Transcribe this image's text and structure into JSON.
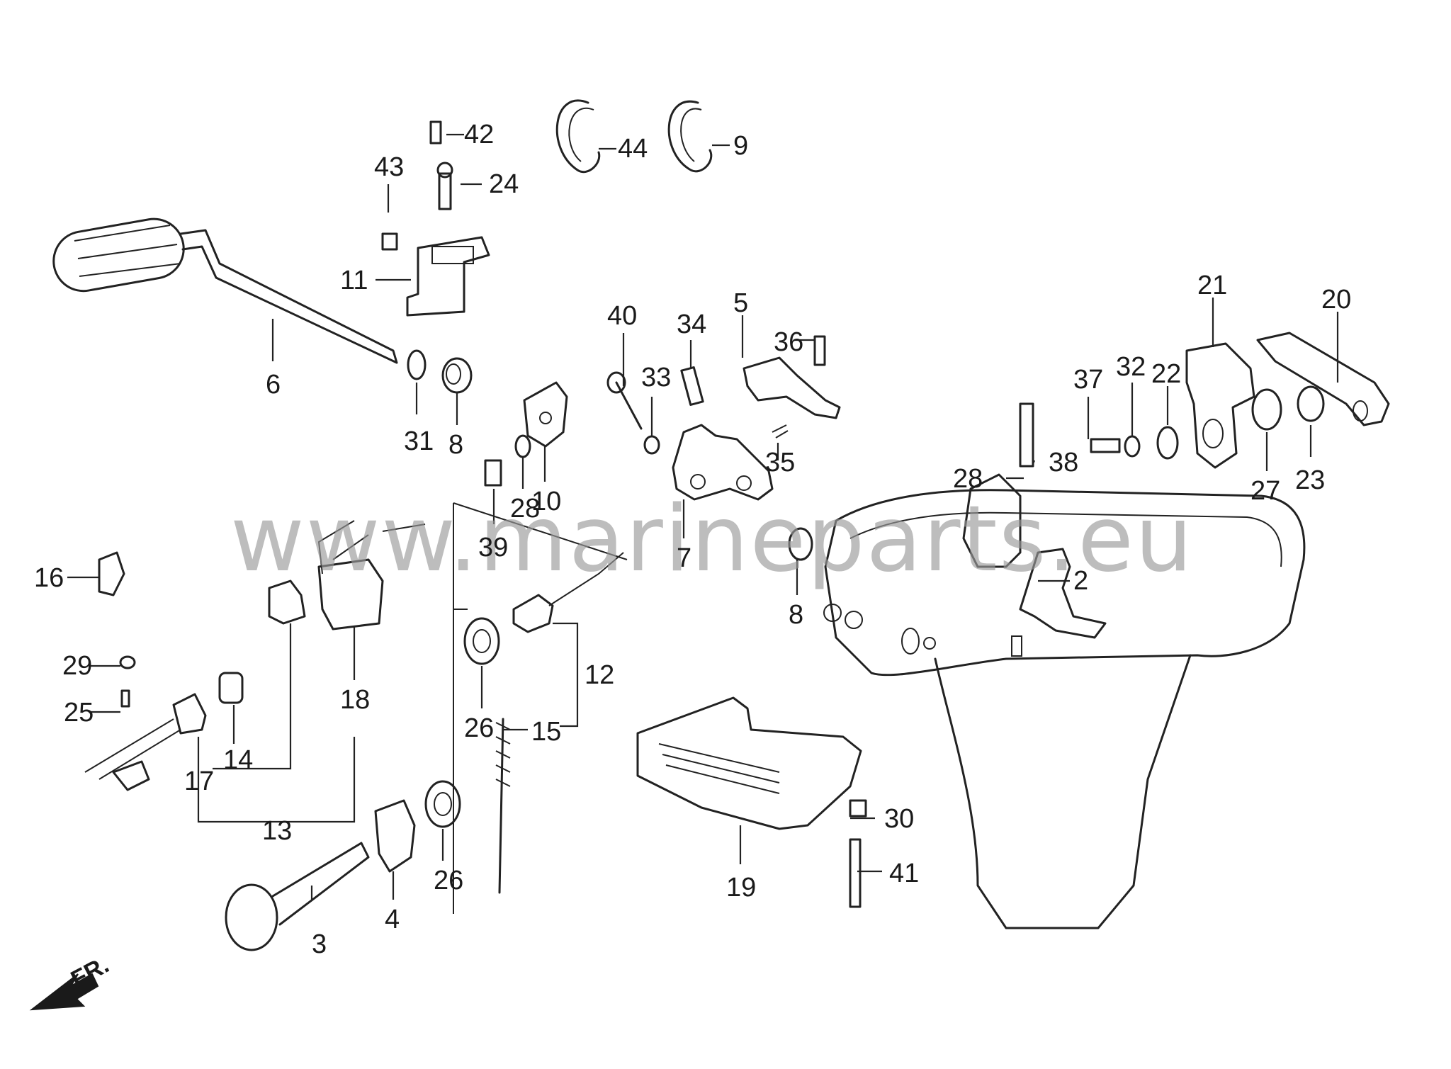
{
  "callouts": [
    {
      "id": "2",
      "label": "2"
    },
    {
      "id": "3",
      "label": "3"
    },
    {
      "id": "4",
      "label": "4"
    },
    {
      "id": "5",
      "label": "5"
    },
    {
      "id": "6",
      "label": "6"
    },
    {
      "id": "7",
      "label": "7"
    },
    {
      "id": "8a",
      "label": "8"
    },
    {
      "id": "8b",
      "label": "8"
    },
    {
      "id": "9",
      "label": "9"
    },
    {
      "id": "10",
      "label": "10"
    },
    {
      "id": "11",
      "label": "11"
    },
    {
      "id": "12",
      "label": "12"
    },
    {
      "id": "13",
      "label": "13"
    },
    {
      "id": "14",
      "label": "14"
    },
    {
      "id": "15",
      "label": "15"
    },
    {
      "id": "16",
      "label": "16"
    },
    {
      "id": "17",
      "label": "17"
    },
    {
      "id": "18",
      "label": "18"
    },
    {
      "id": "19",
      "label": "19"
    },
    {
      "id": "20",
      "label": "20"
    },
    {
      "id": "21",
      "label": "21"
    },
    {
      "id": "22",
      "label": "22"
    },
    {
      "id": "23",
      "label": "23"
    },
    {
      "id": "24",
      "label": "24"
    },
    {
      "id": "25",
      "label": "25"
    },
    {
      "id": "26a",
      "label": "26"
    },
    {
      "id": "26b",
      "label": "26"
    },
    {
      "id": "27",
      "label": "27"
    },
    {
      "id": "28a",
      "label": "28"
    },
    {
      "id": "28b",
      "label": "28"
    },
    {
      "id": "29",
      "label": "29"
    },
    {
      "id": "30",
      "label": "30"
    },
    {
      "id": "31",
      "label": "31"
    },
    {
      "id": "32",
      "label": "32"
    },
    {
      "id": "33",
      "label": "33"
    },
    {
      "id": "34",
      "label": "34"
    },
    {
      "id": "35",
      "label": "35"
    },
    {
      "id": "36",
      "label": "36"
    },
    {
      "id": "37",
      "label": "37"
    },
    {
      "id": "38",
      "label": "38"
    },
    {
      "id": "39",
      "label": "39"
    },
    {
      "id": "40",
      "label": "40"
    },
    {
      "id": "41",
      "label": "41"
    },
    {
      "id": "42",
      "label": "42"
    },
    {
      "id": "43",
      "label": "43"
    },
    {
      "id": "44",
      "label": "44"
    }
  ],
  "watermark": "www.marineparts.eu",
  "direction_indicator": {
    "label": "FR.",
    "icon": "front-arrow-icon"
  }
}
